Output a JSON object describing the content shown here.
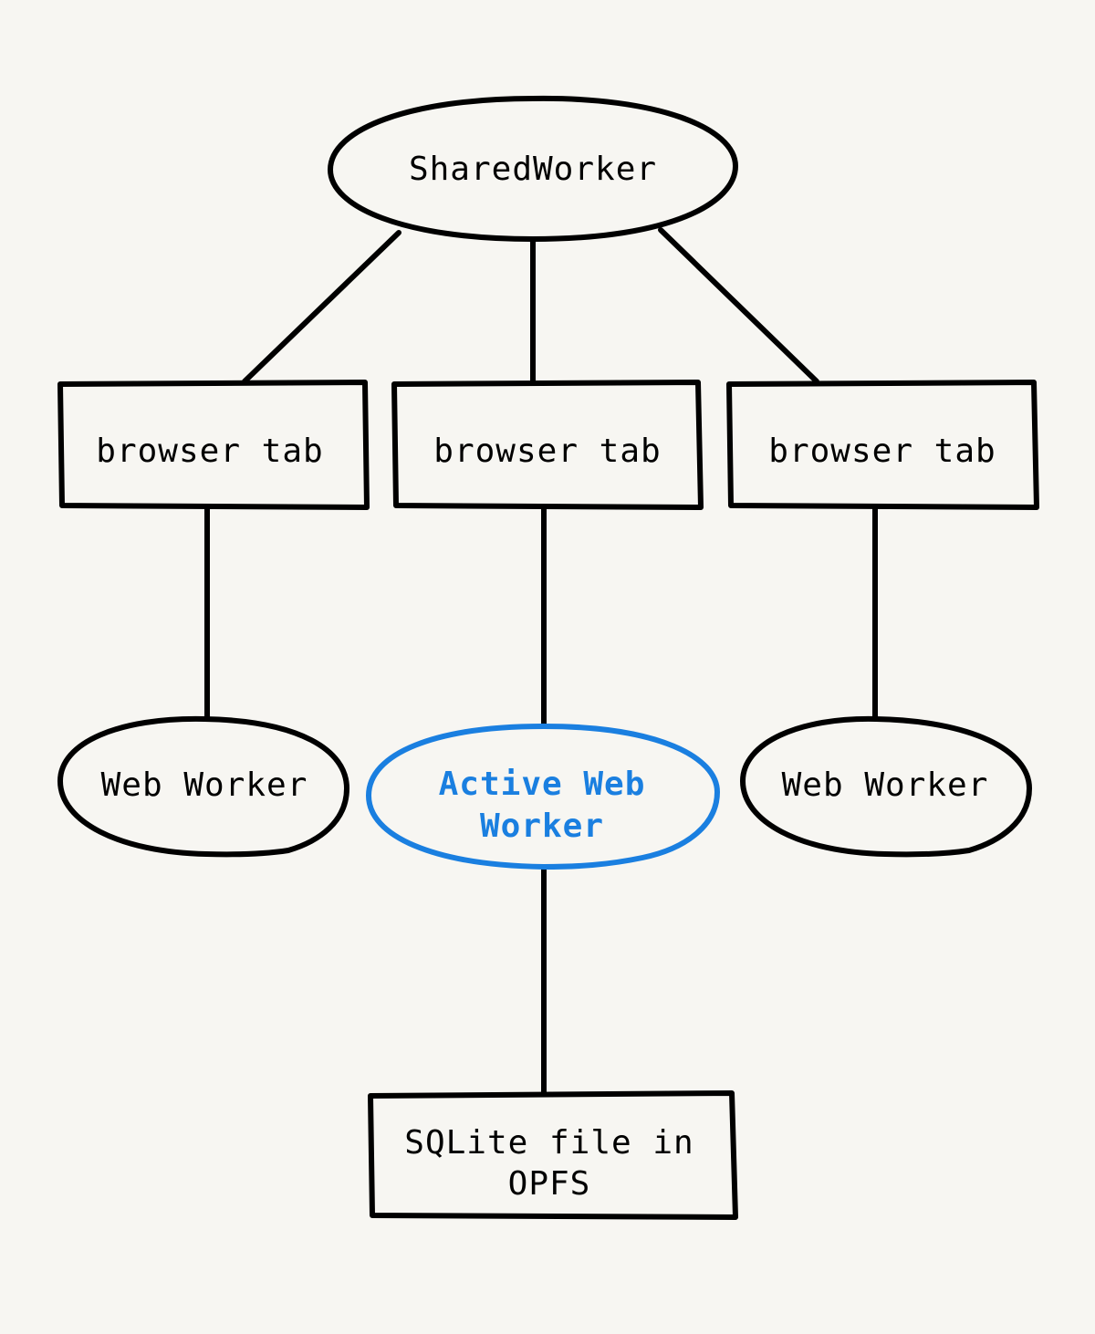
{
  "diagram": {
    "colors": {
      "background": "#f7f6f2",
      "stroke": "#000000",
      "accent": "#1a7fe0"
    },
    "nodes": {
      "shared_worker": {
        "label": "SharedWorker"
      },
      "tab_left": {
        "label": "browser tab"
      },
      "tab_center": {
        "label": "browser tab"
      },
      "tab_right": {
        "label": "browser tab"
      },
      "worker_left": {
        "label": "Web Worker"
      },
      "worker_active": {
        "label_line1": "Active Web",
        "label_line2": "Worker"
      },
      "worker_right": {
        "label": "Web Worker"
      },
      "sqlite": {
        "label_line1": "SQLite file in",
        "label_line2": "OPFS"
      }
    },
    "edges": [
      {
        "from": "shared_worker",
        "to": "tab_left"
      },
      {
        "from": "shared_worker",
        "to": "tab_center"
      },
      {
        "from": "shared_worker",
        "to": "tab_right"
      },
      {
        "from": "tab_left",
        "to": "worker_left"
      },
      {
        "from": "tab_center",
        "to": "worker_active"
      },
      {
        "from": "tab_right",
        "to": "worker_right"
      },
      {
        "from": "worker_active",
        "to": "sqlite"
      }
    ]
  }
}
